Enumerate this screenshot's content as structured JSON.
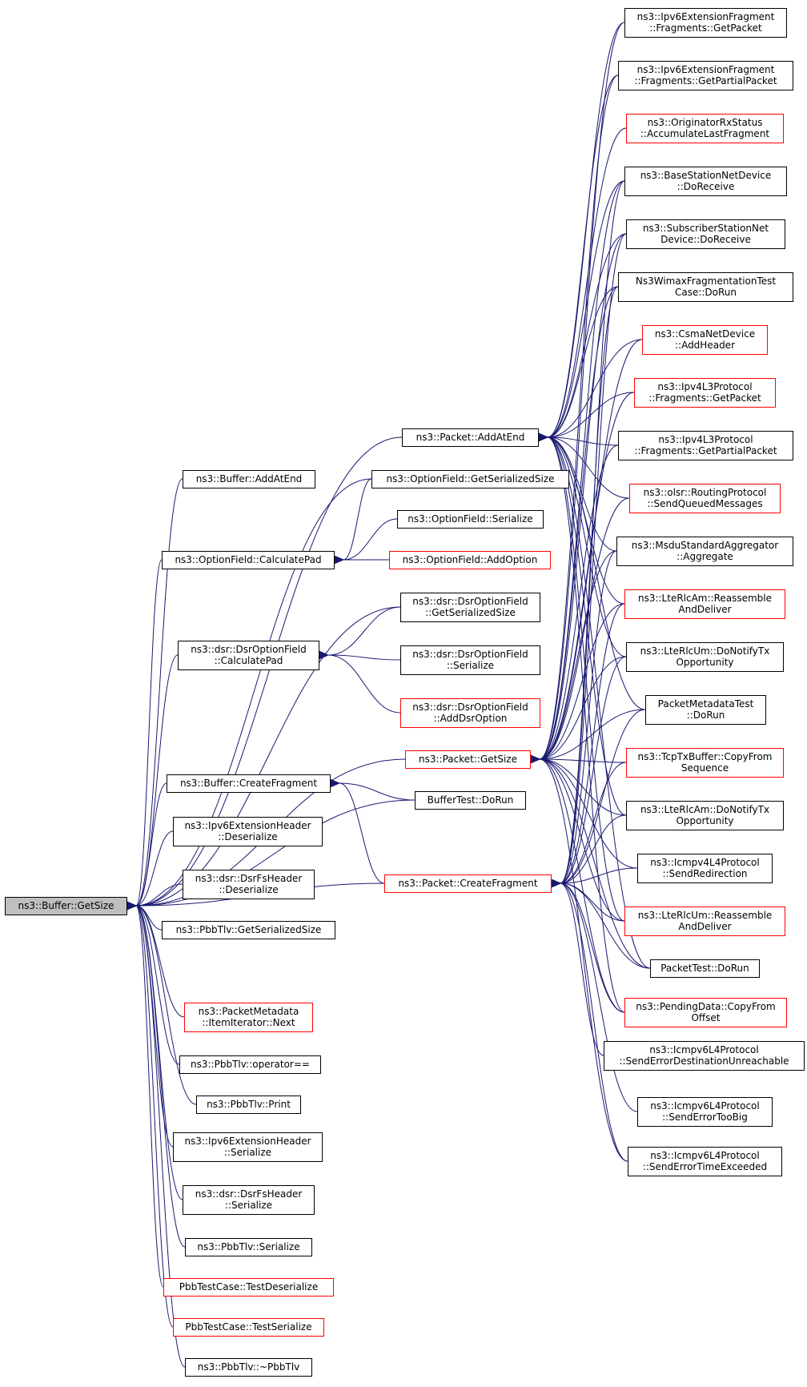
{
  "colors": {
    "edge": "#191970",
    "border_normal": "#000000",
    "border_truncated": "#ff0000",
    "root_fill": "#bfbfbf",
    "node_fill": "#ffffff"
  },
  "root": {
    "id": "root",
    "lines": [
      "ns3::Buffer::GetSize"
    ]
  },
  "nodes": [
    {
      "id": "pkt-addatend",
      "lines": [
        "ns3::Packet::AddAtEnd"
      ],
      "border": "black"
    },
    {
      "id": "buf-addatend",
      "lines": [
        "ns3::Buffer::AddAtEnd"
      ],
      "border": "black"
    },
    {
      "id": "of-getser",
      "lines": [
        "ns3::OptionField::GetSerializedSize"
      ],
      "border": "black"
    },
    {
      "id": "of-ser",
      "lines": [
        "ns3::OptionField::Serialize"
      ],
      "border": "black"
    },
    {
      "id": "of-calcpad",
      "lines": [
        "ns3::OptionField::CalculatePad"
      ],
      "border": "black"
    },
    {
      "id": "of-addopt",
      "lines": [
        "ns3::OptionField::AddOption"
      ],
      "border": "red"
    },
    {
      "id": "dsr-getser",
      "lines": [
        "ns3::dsr::DsrOptionField",
        "::GetSerializedSize"
      ],
      "border": "black"
    },
    {
      "id": "dsr-calcpad",
      "lines": [
        "ns3::dsr::DsrOptionField",
        "::CalculatePad"
      ],
      "border": "black"
    },
    {
      "id": "dsr-ser",
      "lines": [
        "ns3::dsr::DsrOptionField",
        "::Serialize"
      ],
      "border": "black"
    },
    {
      "id": "dsr-addopt",
      "lines": [
        "ns3::dsr::DsrOptionField",
        "::AddDsrOption"
      ],
      "border": "red"
    },
    {
      "id": "pkt-getsize",
      "lines": [
        "ns3::Packet::GetSize"
      ],
      "border": "red"
    },
    {
      "id": "buf-createfrag",
      "lines": [
        "ns3::Buffer::CreateFragment"
      ],
      "border": "black"
    },
    {
      "id": "buftest",
      "lines": [
        "BufferTest::DoRun"
      ],
      "border": "black"
    },
    {
      "id": "ipv6ext-deser",
      "lines": [
        "ns3::Ipv6ExtensionHeader",
        "::Deserialize"
      ],
      "border": "black"
    },
    {
      "id": "dsrfs-deser",
      "lines": [
        "ns3::dsr::DsrFsHeader",
        "::Deserialize"
      ],
      "border": "black"
    },
    {
      "id": "pkt-createfrag",
      "lines": [
        "ns3::Packet::CreateFragment"
      ],
      "border": "red"
    },
    {
      "id": "pbb-getser",
      "lines": [
        "ns3::PbbTlv::GetSerializedSize"
      ],
      "border": "black"
    },
    {
      "id": "pmd-next",
      "lines": [
        "ns3::PacketMetadata",
        "::ItemIterator::Next"
      ],
      "border": "red"
    },
    {
      "id": "pbb-eq",
      "lines": [
        "ns3::PbbTlv::operator=="
      ],
      "border": "black"
    },
    {
      "id": "pbb-print",
      "lines": [
        "ns3::PbbTlv::Print"
      ],
      "border": "black"
    },
    {
      "id": "ipv6ext-ser",
      "lines": [
        "ns3::Ipv6ExtensionHeader",
        "::Serialize"
      ],
      "border": "black"
    },
    {
      "id": "dsrfs-ser",
      "lines": [
        "ns3::dsr::DsrFsHeader",
        "::Serialize"
      ],
      "border": "black"
    },
    {
      "id": "pbb-ser",
      "lines": [
        "ns3::PbbTlv::Serialize"
      ],
      "border": "black"
    },
    {
      "id": "pbbtc-deser",
      "lines": [
        "PbbTestCase::TestDeserialize"
      ],
      "border": "red"
    },
    {
      "id": "pbbtc-ser",
      "lines": [
        "PbbTestCase::TestSerialize"
      ],
      "border": "red"
    },
    {
      "id": "pbb-dtor",
      "lines": [
        "ns3::PbbTlv::~PbbTlv"
      ],
      "border": "black"
    },
    {
      "id": "r1",
      "lines": [
        "ns3::Ipv6ExtensionFragment",
        "::Fragments::GetPacket"
      ],
      "border": "black"
    },
    {
      "id": "r2",
      "lines": [
        "ns3::Ipv6ExtensionFragment",
        "::Fragments::GetPartialPacket"
      ],
      "border": "black"
    },
    {
      "id": "r3",
      "lines": [
        "ns3::OriginatorRxStatus",
        "::AccumulateLastFragment"
      ],
      "border": "red"
    },
    {
      "id": "r4",
      "lines": [
        "ns3::BaseStationNetDevice",
        "::DoReceive"
      ],
      "border": "black"
    },
    {
      "id": "r5",
      "lines": [
        "ns3::SubscriberStationNet",
        "Device::DoReceive"
      ],
      "border": "black"
    },
    {
      "id": "r6",
      "lines": [
        "Ns3WimaxFragmentationTest",
        "Case::DoRun"
      ],
      "border": "black"
    },
    {
      "id": "r7",
      "lines": [
        "ns3::CsmaNetDevice",
        "::AddHeader"
      ],
      "border": "red"
    },
    {
      "id": "r8",
      "lines": [
        "ns3::Ipv4L3Protocol",
        "::Fragments::GetPacket"
      ],
      "border": "red"
    },
    {
      "id": "r9",
      "lines": [
        "ns3::Ipv4L3Protocol",
        "::Fragments::GetPartialPacket"
      ],
      "border": "black"
    },
    {
      "id": "r10",
      "lines": [
        "ns3::olsr::RoutingProtocol",
        "::SendQueuedMessages"
      ],
      "border": "red"
    },
    {
      "id": "r11",
      "lines": [
        "ns3::MsduStandardAggregator",
        "::Aggregate"
      ],
      "border": "black"
    },
    {
      "id": "r12",
      "lines": [
        "ns3::LteRlcAm::Reassemble",
        "AndDeliver"
      ],
      "border": "red"
    },
    {
      "id": "r13",
      "lines": [
        "ns3::LteRlcUm::DoNotifyTx",
        "Opportunity"
      ],
      "border": "black"
    },
    {
      "id": "r14",
      "lines": [
        "PacketMetadataTest",
        "::DoRun"
      ],
      "border": "black"
    },
    {
      "id": "r15",
      "lines": [
        "ns3::TcpTxBuffer::CopyFrom",
        "Sequence"
      ],
      "border": "red"
    },
    {
      "id": "r16",
      "lines": [
        "ns3::LteRlcAm::DoNotifyTx",
        "Opportunity"
      ],
      "border": "black"
    },
    {
      "id": "r17",
      "lines": [
        "ns3::Icmpv4L4Protocol",
        "::SendRedirection"
      ],
      "border": "black"
    },
    {
      "id": "r18",
      "lines": [
        "ns3::LteRlcUm::Reassemble",
        "AndDeliver"
      ],
      "border": "red"
    },
    {
      "id": "r19",
      "lines": [
        "PacketTest::DoRun"
      ],
      "border": "black"
    },
    {
      "id": "r20",
      "lines": [
        "ns3::PendingData::CopyFrom",
        "Offset"
      ],
      "border": "red"
    },
    {
      "id": "r21",
      "lines": [
        "ns3::Icmpv6L4Protocol",
        "::SendErrorDestinationUnreachable"
      ],
      "border": "black"
    },
    {
      "id": "r22",
      "lines": [
        "ns3::Icmpv6L4Protocol",
        "::SendErrorTooBig"
      ],
      "border": "black"
    },
    {
      "id": "r23",
      "lines": [
        "ns3::Icmpv6L4Protocol",
        "::SendErrorTimeExceeded"
      ],
      "border": "black"
    }
  ],
  "edges": [
    [
      "pkt-addatend",
      "root"
    ],
    [
      "buf-addatend",
      "root"
    ],
    [
      "of-getser",
      "root"
    ],
    [
      "of-calcpad",
      "root"
    ],
    [
      "dsr-getser",
      "root"
    ],
    [
      "dsr-calcpad",
      "root"
    ],
    [
      "pkt-getsize",
      "root"
    ],
    [
      "buf-createfrag",
      "root"
    ],
    [
      "buftest",
      "root"
    ],
    [
      "ipv6ext-deser",
      "root"
    ],
    [
      "dsrfs-deser",
      "root"
    ],
    [
      "pbb-getser",
      "root"
    ],
    [
      "pkt-createfrag",
      "root"
    ],
    [
      "pmd-next",
      "root"
    ],
    [
      "pbb-eq",
      "root"
    ],
    [
      "pbb-print",
      "root"
    ],
    [
      "ipv6ext-ser",
      "root"
    ],
    [
      "dsrfs-ser",
      "root"
    ],
    [
      "pbb-ser",
      "root"
    ],
    [
      "pbbtc-deser",
      "root"
    ],
    [
      "pbbtc-ser",
      "root"
    ],
    [
      "pbb-dtor",
      "root"
    ],
    [
      "of-getser",
      "of-calcpad"
    ],
    [
      "of-ser",
      "of-calcpad"
    ],
    [
      "of-addopt",
      "of-calcpad"
    ],
    [
      "dsr-getser",
      "dsr-calcpad"
    ],
    [
      "dsr-ser",
      "dsr-calcpad"
    ],
    [
      "dsr-addopt",
      "dsr-calcpad"
    ],
    [
      "buftest",
      "buf-createfrag"
    ],
    [
      "pkt-createfrag",
      "buf-createfrag"
    ],
    [
      "r1",
      "pkt-addatend"
    ],
    [
      "r2",
      "pkt-addatend"
    ],
    [
      "r3",
      "pkt-addatend"
    ],
    [
      "r4",
      "pkt-addatend"
    ],
    [
      "r5",
      "pkt-addatend"
    ],
    [
      "r6",
      "pkt-addatend"
    ],
    [
      "r7",
      "pkt-addatend"
    ],
    [
      "r8",
      "pkt-addatend"
    ],
    [
      "r9",
      "pkt-addatend"
    ],
    [
      "r10",
      "pkt-addatend"
    ],
    [
      "r11",
      "pkt-addatend"
    ],
    [
      "r12",
      "pkt-addatend"
    ],
    [
      "r13",
      "pkt-addatend"
    ],
    [
      "r14",
      "pkt-addatend"
    ],
    [
      "r16",
      "pkt-addatend"
    ],
    [
      "r18",
      "pkt-addatend"
    ],
    [
      "r19",
      "pkt-addatend"
    ],
    [
      "r20",
      "pkt-addatend"
    ],
    [
      "r1",
      "pkt-getsize"
    ],
    [
      "r2",
      "pkt-getsize"
    ],
    [
      "r4",
      "pkt-getsize"
    ],
    [
      "r5",
      "pkt-getsize"
    ],
    [
      "r6",
      "pkt-getsize"
    ],
    [
      "r7",
      "pkt-getsize"
    ],
    [
      "r8",
      "pkt-getsize"
    ],
    [
      "r9",
      "pkt-getsize"
    ],
    [
      "r10",
      "pkt-getsize"
    ],
    [
      "r11",
      "pkt-getsize"
    ],
    [
      "r12",
      "pkt-getsize"
    ],
    [
      "r13",
      "pkt-getsize"
    ],
    [
      "r14",
      "pkt-getsize"
    ],
    [
      "r15",
      "pkt-getsize"
    ],
    [
      "r16",
      "pkt-getsize"
    ],
    [
      "r17",
      "pkt-getsize"
    ],
    [
      "r18",
      "pkt-getsize"
    ],
    [
      "r19",
      "pkt-getsize"
    ],
    [
      "r20",
      "pkt-getsize"
    ],
    [
      "r23",
      "pkt-getsize"
    ],
    [
      "r4",
      "pkt-createfrag"
    ],
    [
      "r5",
      "pkt-createfrag"
    ],
    [
      "r6",
      "pkt-createfrag"
    ],
    [
      "r11",
      "pkt-createfrag"
    ],
    [
      "r12",
      "pkt-createfrag"
    ],
    [
      "r13",
      "pkt-createfrag"
    ],
    [
      "r14",
      "pkt-createfrag"
    ],
    [
      "r15",
      "pkt-createfrag"
    ],
    [
      "r16",
      "pkt-createfrag"
    ],
    [
      "r17",
      "pkt-createfrag"
    ],
    [
      "r18",
      "pkt-createfrag"
    ],
    [
      "r19",
      "pkt-createfrag"
    ],
    [
      "r20",
      "pkt-createfrag"
    ],
    [
      "r21",
      "pkt-createfrag"
    ],
    [
      "r22",
      "pkt-createfrag"
    ],
    [
      "r23",
      "pkt-createfrag"
    ]
  ]
}
